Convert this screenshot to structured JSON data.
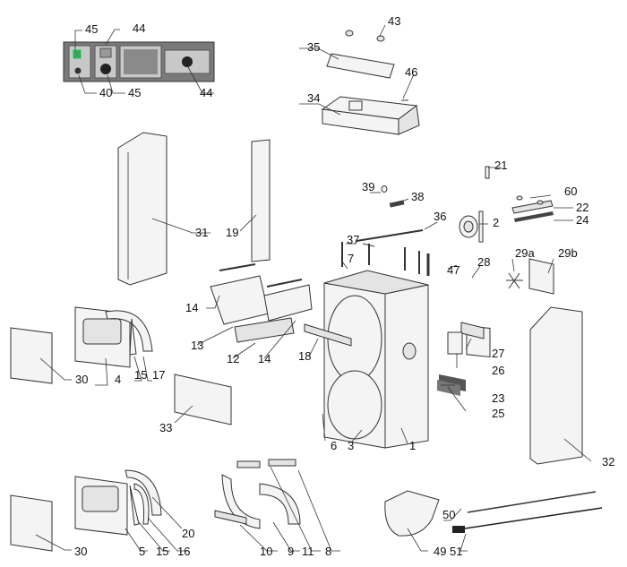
{
  "diagram": {
    "type": "exploded-parts-diagram",
    "subject": "boiler",
    "colors": {
      "panel_body": "#7a7a7a",
      "switch_green": "#3aa35a",
      "line": "#333333",
      "background": "#ffffff"
    },
    "control_panel_labels": [
      "45",
      "44",
      "40",
      "45",
      "44"
    ],
    "labels": {
      "p1": "1",
      "p2": "2",
      "p3": "3",
      "p4": "4",
      "p5": "5",
      "p6": "6",
      "p7": "7",
      "p8": "8",
      "p9": "9",
      "p10": "10",
      "p11": "11",
      "p12": "12",
      "p13": "13",
      "p14a": "14",
      "p14b": "14",
      "p15a": "15",
      "p15b": "15",
      "p16": "16",
      "p17": "17",
      "p18": "18",
      "p19": "19",
      "p20": "20",
      "p21": "21",
      "p22": "22",
      "p23": "23",
      "p24": "24",
      "p25": "25",
      "p26": "26",
      "p27": "27",
      "p28": "28",
      "p29a": "29a",
      "p29b": "29b",
      "p30a": "30",
      "p30b": "30",
      "p31": "31",
      "p32": "32",
      "p33": "33",
      "p34": "34",
      "p35": "35",
      "p36": "36",
      "p37": "37",
      "p38": "38",
      "p39": "39",
      "p40": "40",
      "p43": "43",
      "p44a": "44",
      "p44b": "44",
      "p45a": "45",
      "p45b": "45",
      "p46": "46",
      "p47": "47",
      "p49": "49",
      "p50": "50",
      "p51": "51",
      "p60": "60"
    }
  }
}
